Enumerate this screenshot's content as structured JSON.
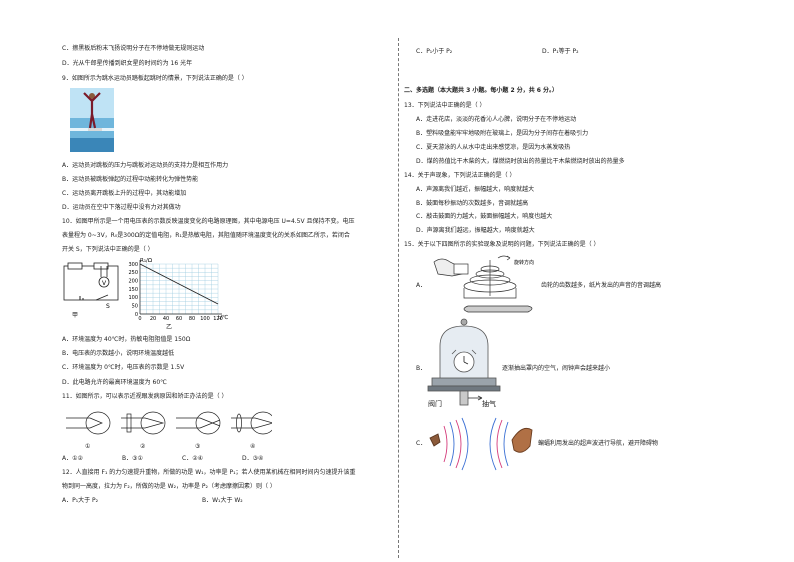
{
  "left": {
    "q8_opt_c": "C．擦黑板后粉末飞扬说明分子在不停地做无规则运动",
    "q8_opt_d": "D．光从牛郎星传播到织女星的时间约为 16 光年",
    "q9_stem": "9．如图所示为跳水运动员踏板起跳时的情景，下列说法正确的是（   ）",
    "q9_a": "A．运动员对跳板的压力与跳板对运动员的支持力是相互作用力",
    "q9_b": "B．运动员被跳板弹起的过程中动能转化为弹性势能",
    "q9_c": "C．运动员离开跳板上升的过程中，其动能增加",
    "q9_d": "D．运动员在空中下落过程中没有力对其做功",
    "q10_stem1": "10．如图甲所示是一个用电压表的示数反映温度变化的电路原理图，其中电源电压 U=4.5V 且保持不变。电压",
    "q10_stem2": "表量程为 0~3V，R₀是300Ω的定值电阻，R₁是热敏电阻，其阻值随环境温度变化的关系如图乙所示，若闭合",
    "q10_stem3": "开关 S，下列说法中正确的是（   ）",
    "q10_label_jia": "甲",
    "q10_label_yi": "乙",
    "q10_a": "A．环境温度为 40℃时，热敏电阻阻值是 150Ω",
    "q10_b": "B．电压表的示数越小，说明环境温度越低",
    "q10_c": "C．环境温度为 0℃时，电压表的示数是 1.5V",
    "q10_d": "D．此电路允许的最高环境温度为 60℃",
    "q11_stem": "11．如图所示，可以表示近视眼发病原因和矫正办法的是（   ）",
    "q11_fig_labels": [
      "①",
      "②",
      "③",
      "④"
    ],
    "q11_a": "A．①②",
    "q11_b": "B．③①",
    "q11_c": "C．②④",
    "q11_d": "D．③④",
    "q12_stem1": "12．人直接用 F₁ 的力匀速提升重物，所做的功是 W₁，功率是 P₁；若人使用某机械在相同时间内匀速提升该重",
    "q12_stem2": "物到同一高度，拉力为 F₂，所做的功是 W₂，功率是 P₂（考虑摩擦因素）则（   ）",
    "q12_a": "A．P₁大于 P₂",
    "q12_b": "B．W₁大于 W₂"
  },
  "right": {
    "q12_c": "C．P₁小于 P₂",
    "q12_d": "D．P₁等于 P₂",
    "section2": "二、多选题（本大题共 3 小题。每小题 2 分，共 6 分。）",
    "q13_stem": "13．下列说法中正确的是（   ）",
    "q13_a": "A．走进花店，淡淡的花香沁人心脾，说明分子在不停地运动",
    "q13_b": "B．塑料吸盘能牢牢地吸附在玻璃上，是因为分子间存在着吸引力",
    "q13_c": "C．夏天游泳的人从水中走出来感觉凉，是因为水蒸发吸热",
    "q13_d": "D．煤的热值比干木柴的大，煤燃烧时放出的热量比干木柴燃烧时放出的热量多",
    "q14_stem": "14．关于声现象，下列说法正确的是（   ）",
    "q14_a": "A．声源离我们越近，振幅越大，响度就越大",
    "q14_b": "B．鼓面每秒振动的次数越多，音调就越高",
    "q14_c": "C．敲击鼓面的力越大，鼓面振幅越大，响度也越大",
    "q14_d": "D．声源离我们越远，振幅越大，响度就越大",
    "q15_stem": "15．关于以下四图所示的实验现象及说明的问题，下列说法正确的是（   ）",
    "fig_a_label": "A．",
    "fig_a_rotate": "旋转方向",
    "fig_a_text": "齿轮的齿数越多，纸片发出的声音的音调越高",
    "fig_b_label": "B．",
    "fig_b_text": "逐渐抽出罩内的空气，闹钟声会越来越小",
    "fig_b_valve": "阀门",
    "fig_b_air": "抽气",
    "fig_c_label": "C．",
    "fig_c_text": "蝙蝠利用发出的超声波进行导航，避开障碍物"
  },
  "chart_data": {
    "type": "line",
    "title": "",
    "ylabel": "R₁/Ω",
    "xlabel": "t/℃",
    "x_ticks": [
      0,
      20,
      40,
      60,
      80,
      100,
      120
    ],
    "y_ticks": [
      0,
      50,
      100,
      150,
      200,
      250,
      300
    ],
    "xlim": [
      0,
      120
    ],
    "ylim": [
      0,
      300
    ],
    "grid": true,
    "series": [
      {
        "x": [
          0,
          120
        ],
        "y": [
          300,
          60
        ]
      }
    ]
  }
}
